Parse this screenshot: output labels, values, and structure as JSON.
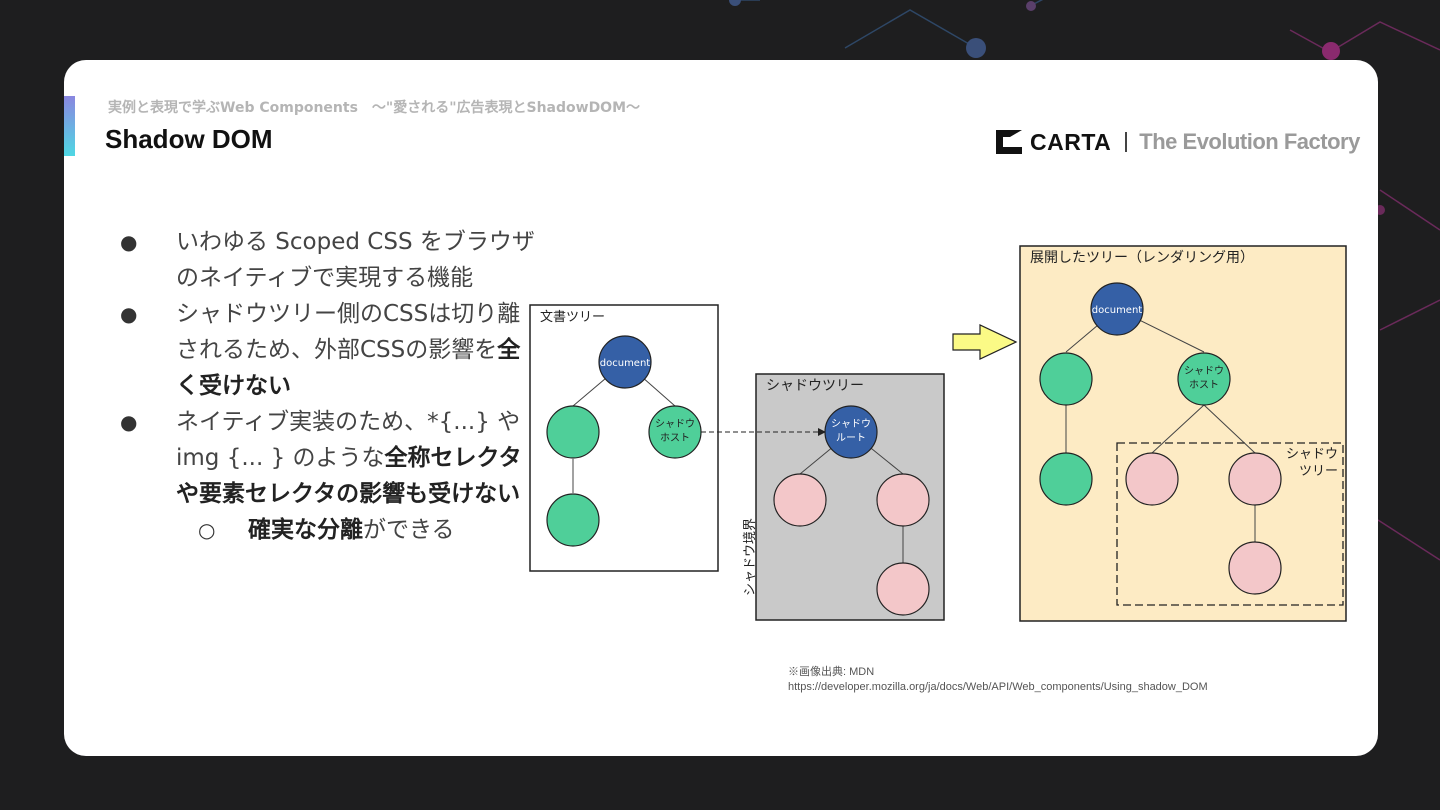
{
  "slide": {
    "subtitle": "実例と表現で学ぶWeb Components　～\"愛される\"広告表現とShadowDOM～",
    "title": "Shadow DOM"
  },
  "logo": {
    "name": "CARTA",
    "tagline": "The Evolution Factory"
  },
  "bullets": [
    {
      "text": "いわゆる Scoped CSS をブラウザのネイティブで実現する機能"
    },
    {
      "text": "シャドウツリー側のCSSは切り離されるため、外部CSSの影響を",
      "bold": "全く受けない"
    },
    {
      "text": "ネイティブ実装のため、*{...} や img {... } のような",
      "bold": "全称セレクタや要素セレクタの影響も受けない"
    }
  ],
  "sub_bullet": {
    "bold": "確実な分離",
    "text": "ができる"
  },
  "diagram": {
    "doc_tree_label": "文書ツリー",
    "shadow_tree_label": "シャドウツリー",
    "boundary_label": "シャドウ境界",
    "flat_tree_label": "展開したツリー（レンダリング用）",
    "inner_shadow_label_1": "シャドウ",
    "inner_shadow_label_2": "ツリー",
    "node_document": "document",
    "node_host_1": "シャドウ",
    "node_host_2": "ホスト",
    "node_root_1": "シャドウ",
    "node_root_2": "ルート",
    "colors": {
      "document_node": "#3560a6",
      "light_node": "#4fcf99",
      "shadow_node": "#f3c7c9",
      "shadow_bg": "#c9c9c9",
      "flat_bg": "#fdebc4",
      "arrow": "#fbfa86"
    }
  },
  "credit": {
    "line1": "※画像出典: MDN",
    "line2": "https://developer.mozilla.org/ja/docs/Web/API/Web_components/Using_shadow_DOM"
  }
}
